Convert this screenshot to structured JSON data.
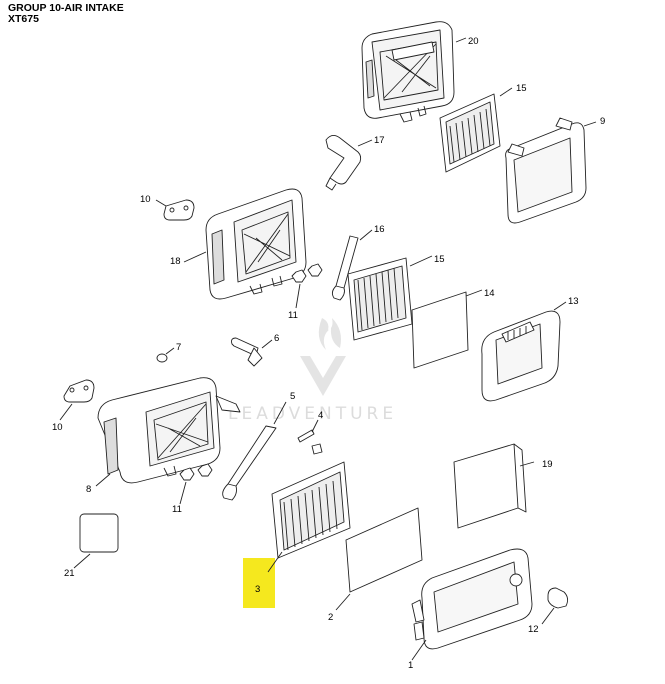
{
  "header": {
    "title": "GROUP 10-AIR INTAKE",
    "model": "XT675"
  },
  "watermark": {
    "brand": "LEADVENTURE"
  },
  "highlight": {
    "color": "#f5e81e",
    "callout": "3"
  },
  "callouts": [
    "1",
    "2",
    "3",
    "4",
    "5",
    "6",
    "7",
    "8",
    "9",
    "10",
    "10",
    "11",
    "11",
    "12",
    "13",
    "14",
    "15",
    "15",
    "16",
    "17",
    "18",
    "19",
    "20",
    "21"
  ]
}
